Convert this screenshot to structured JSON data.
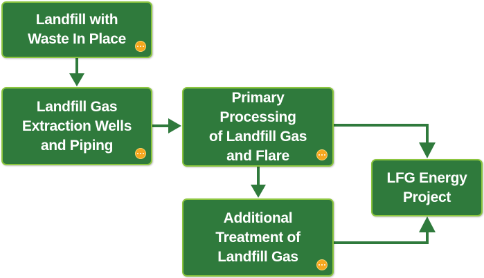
{
  "colors": {
    "node_fill": "#2f7a3c",
    "node_border": "#8cc63f",
    "arrow": "#2f7a3c",
    "more_badge": "#f5a71e",
    "text": "#ffffff"
  },
  "nodes": [
    {
      "id": "n1",
      "label": "Landfill with\nWaste In Place",
      "has_more_icon": true
    },
    {
      "id": "n2",
      "label": "Landfill Gas\nExtraction Wells\nand Piping",
      "has_more_icon": true
    },
    {
      "id": "n3",
      "label": "Primary Processing\nof Landfill Gas\nand Flare",
      "has_more_icon": true
    },
    {
      "id": "n4",
      "label": "LFG  Energy\nProject",
      "has_more_icon": false
    },
    {
      "id": "n5",
      "label": "Additional\nTreatment of\nLandfill Gas",
      "has_more_icon": true
    }
  ],
  "edges": [
    {
      "from": "n1",
      "to": "n2"
    },
    {
      "from": "n2",
      "to": "n3"
    },
    {
      "from": "n3",
      "to": "n4"
    },
    {
      "from": "n3",
      "to": "n5"
    },
    {
      "from": "n5",
      "to": "n4"
    }
  ],
  "icons": {
    "more": "ellipsis-circle-icon"
  }
}
